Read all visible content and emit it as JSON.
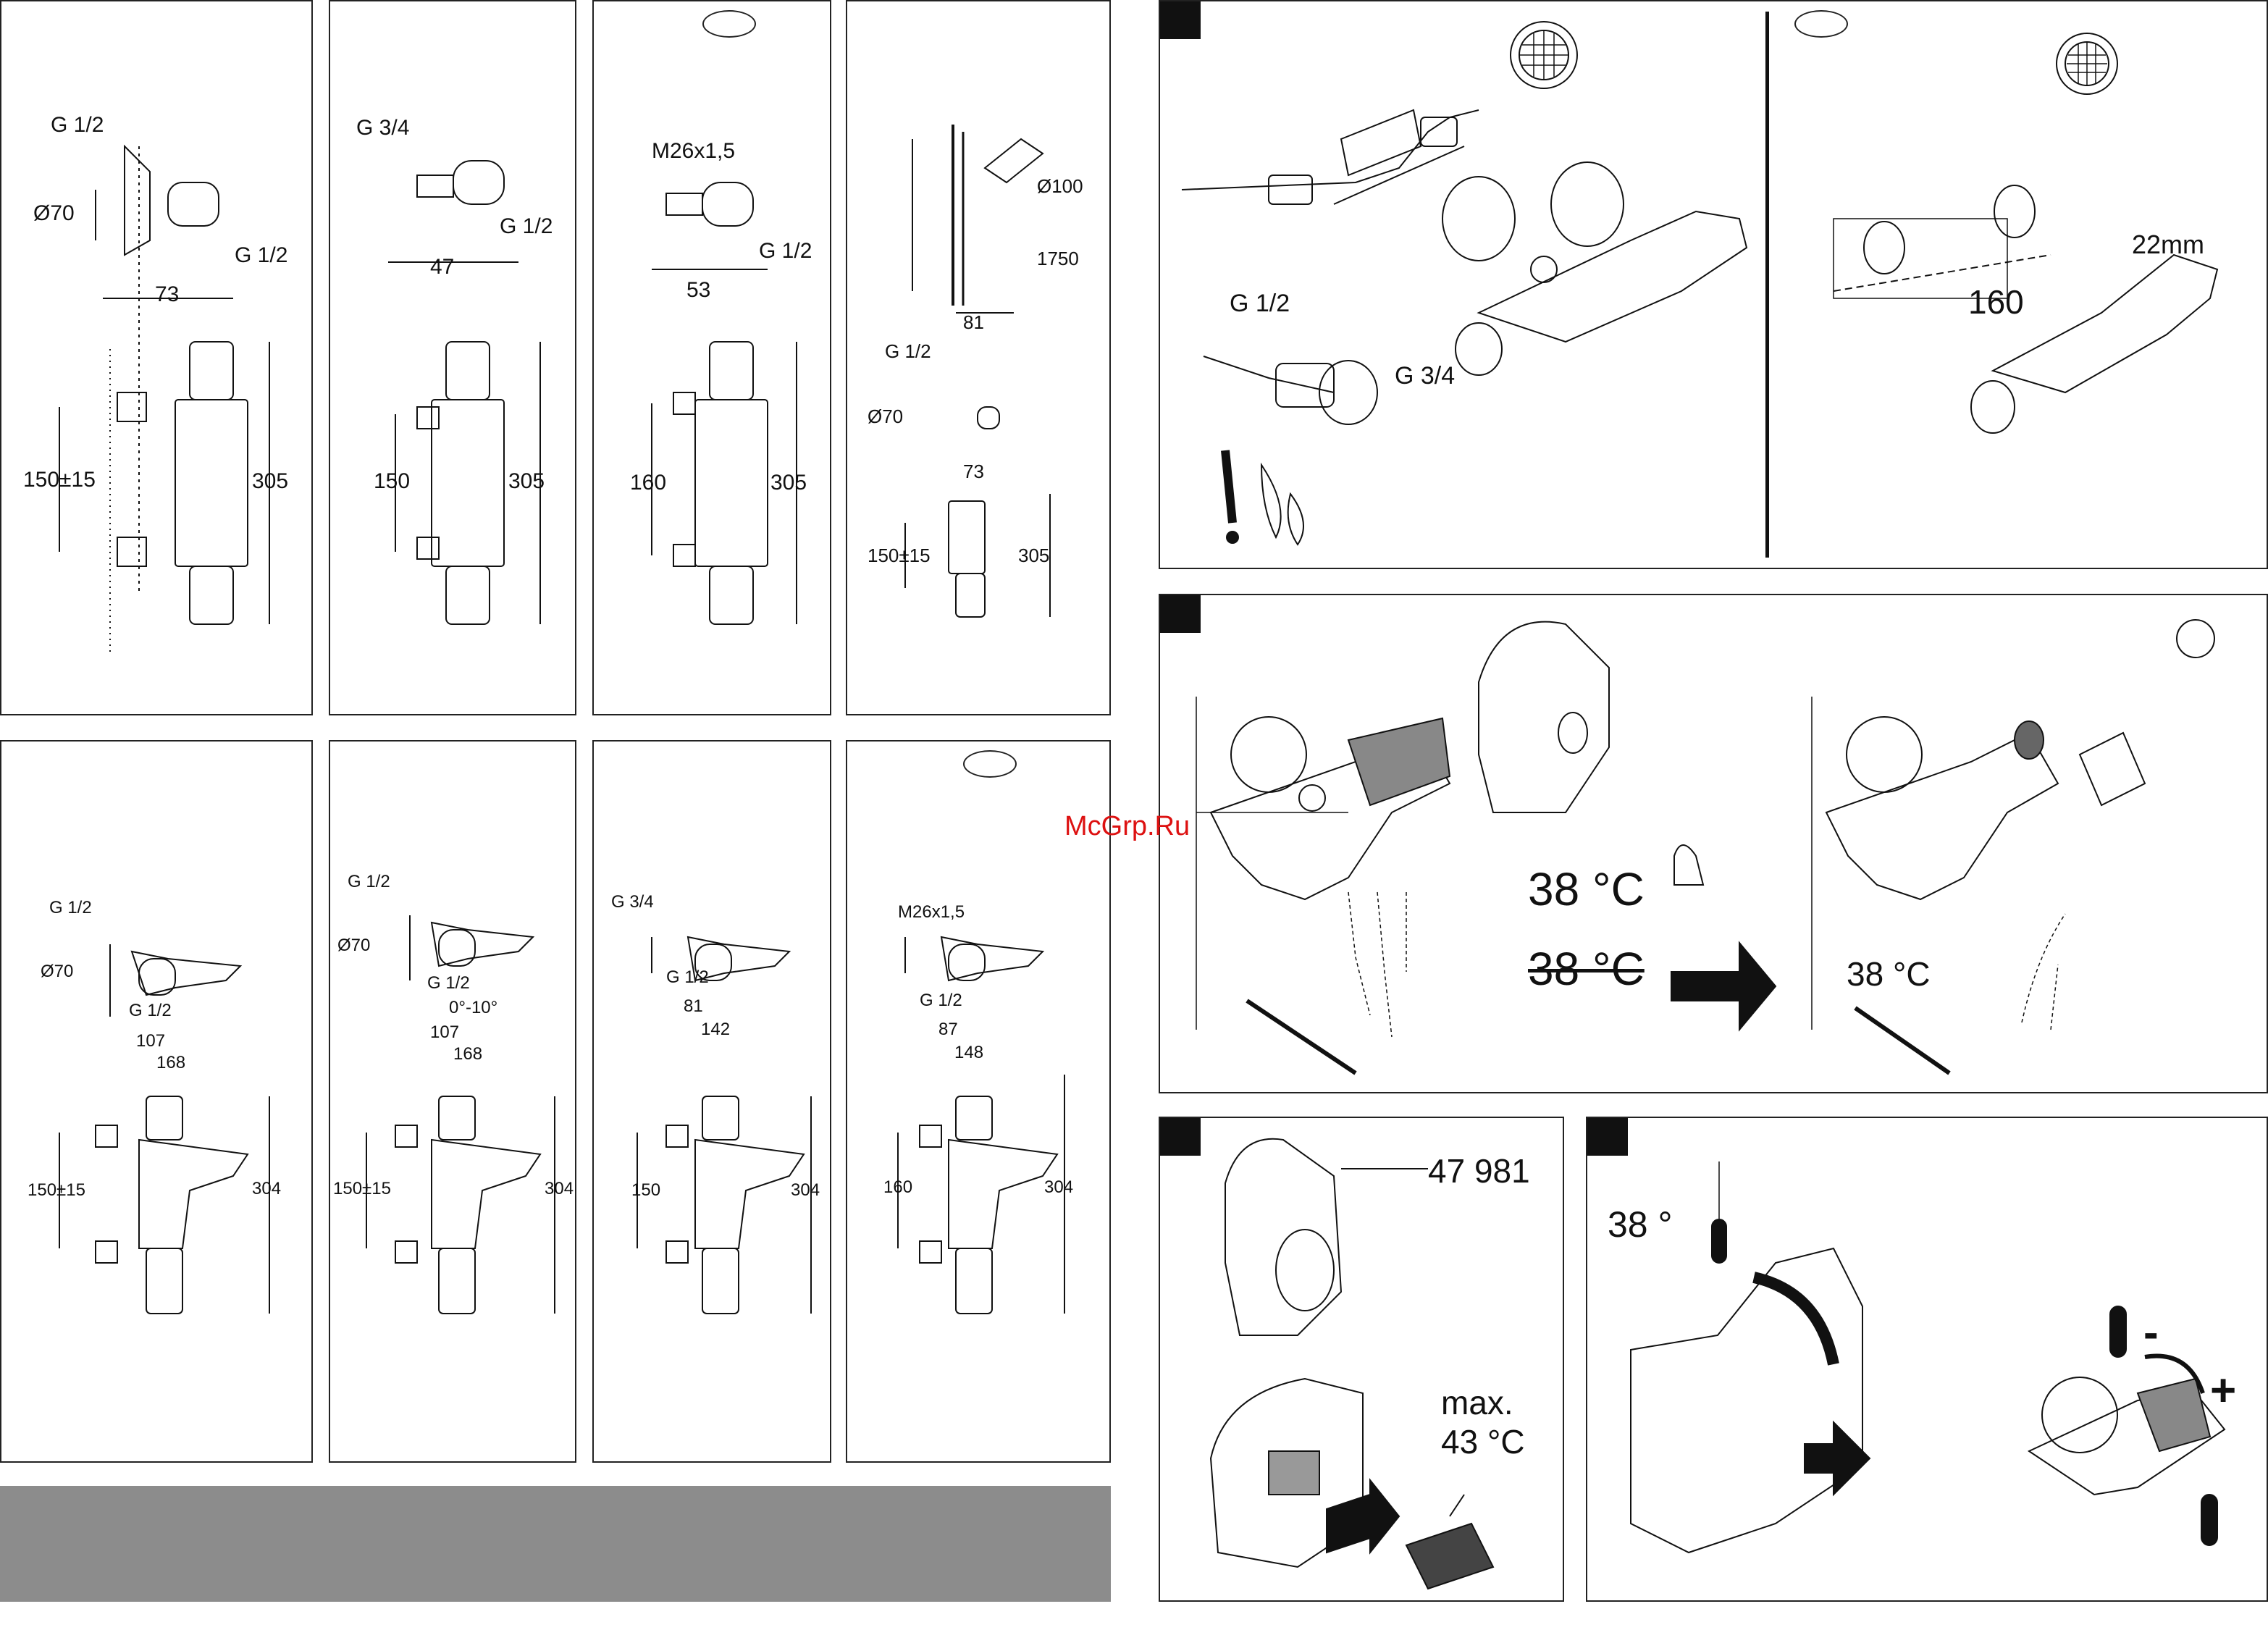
{
  "watermark": "McGrp.Ru",
  "dims": {
    "p1": {
      "g_top": "G 1/2",
      "d70": "Ø70",
      "g_right": "G 1/2",
      "w73": "73",
      "h150": "150±15",
      "h305": "305"
    },
    "p2": {
      "g_top": "G 3/4",
      "g_right": "G 1/2",
      "w47": "47",
      "h150": "150",
      "h305": "305"
    },
    "p3": {
      "thread": "M26x1,5",
      "g_right": "G 1/2",
      "w53": "53",
      "h160": "160",
      "h305": "305"
    },
    "p4": {
      "d100": "Ø100",
      "h1750": "1750",
      "w81": "81",
      "g_top": "G 1/2",
      "d70": "Ø70",
      "w73": "73",
      "h150": "150±15",
      "h305": "305"
    },
    "p5": {
      "g_top": "G 1/2",
      "d70": "Ø70",
      "g_bottom": "G 1/2",
      "w107": "107",
      "w168": "168",
      "h150": "150±15",
      "h304": "304"
    },
    "p6": {
      "g_top": "G 1/2",
      "d70": "Ø70",
      "g_mid": "G 1/2",
      "angle": "0°-10°",
      "w107": "107",
      "w168": "168",
      "h150": "150±15",
      "h304": "304"
    },
    "p7": {
      "g_top": "G 3/4",
      "g_mid": "G 1/2",
      "w81": "81",
      "w142": "142",
      "h150": "150",
      "h304": "304"
    },
    "p8": {
      "thread": "M26x1,5",
      "g_mid": "G 1/2",
      "w87": "87",
      "w148": "148",
      "h160": "160",
      "h304": "304"
    }
  },
  "install": {
    "g_half": "G 1/2",
    "g_three_quarter": "G 3/4",
    "dim160": "160",
    "dim22": "22mm"
  },
  "calibration": {
    "temp_ok": "38 °C",
    "temp_wrong": "38 °C",
    "temp_set": "38 °C"
  },
  "handle": {
    "part_no": "47 981",
    "max_label": "max.",
    "max_temp": "43 °C"
  },
  "temp_adjust": {
    "temp": "38 °",
    "minus": "-",
    "plus": "+"
  }
}
